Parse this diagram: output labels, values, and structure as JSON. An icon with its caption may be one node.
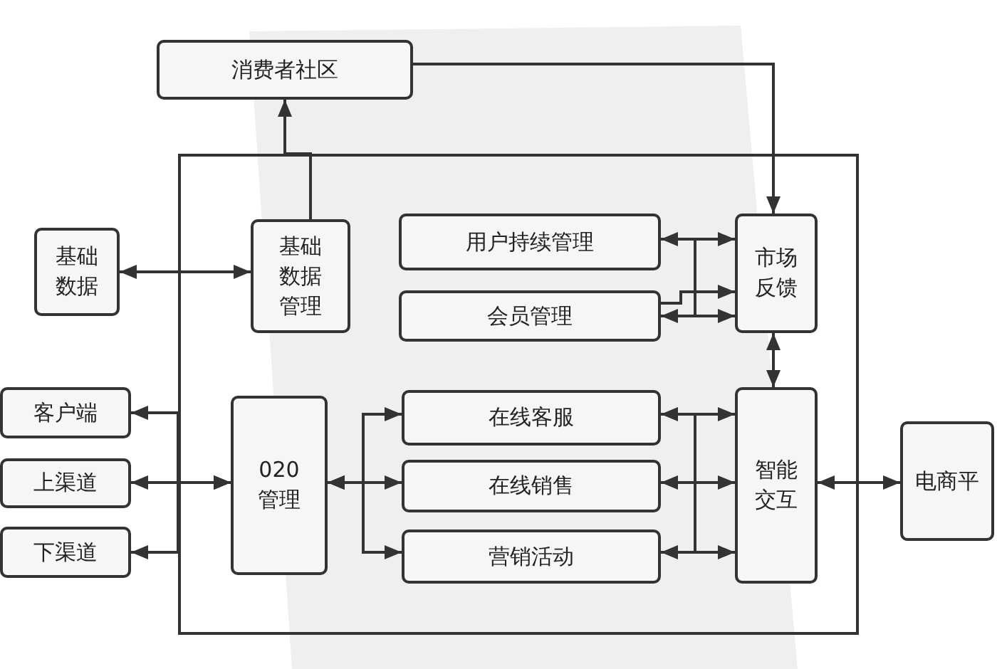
{
  "diagram": {
    "nodes": [
      {
        "text": [
          "消费者社区"
        ]
      },
      {
        "text": [],
        "shape": "box"
      },
      {
        "text": [
          "基础数据"
        ]
      },
      {
        "text": [
          "基础数据管理"
        ],
        "in": 1
      },
      {
        "text": [
          "用户持续管理"
        ],
        "in": 1
      },
      {
        "text": [
          "会员管理"
        ],
        "in": 1
      },
      {
        "text": [
          "市场反馈"
        ],
        "in": 1
      },
      {
        "text": [
          "客户端"
        ]
      },
      {
        "text": [
          "上渠道"
        ]
      },
      {
        "text": [
          "下渠道"
        ]
      },
      {
        "text": [
          "020管理"
        ],
        "in": 1
      },
      {
        "text": [
          "在线客服"
        ],
        "in": 1
      },
      {
        "text": [
          "在线销售"
        ],
        "in": 1
      },
      {
        "text": [
          "营销活动"
        ],
        "in": 1
      },
      {
        "text": [
          "智能交互"
        ],
        "in": 1
      },
      {
        "text": [
          "电商平"
        ]
      }
    ],
    "edges": [
      {
        "from": 3,
        "to": 0,
        "arrow": "to"
      },
      {
        "from": 0,
        "to": 6,
        "arrow": "to"
      },
      {
        "from": 2,
        "to": 3,
        "arrow": "both"
      },
      {
        "from": 4,
        "to": 6,
        "arrow": "both"
      },
      {
        "from": 5,
        "to": 6,
        "arrow": "both"
      },
      {
        "from": 5,
        "to": 6,
        "arrow": "to"
      },
      {
        "from": 6,
        "to": 14,
        "arrow": "both"
      },
      {
        "from": 10,
        "to": 7,
        "arrow": "both"
      },
      {
        "from": 10,
        "to": 8,
        "arrow": "both"
      },
      {
        "from": 10,
        "to": 9,
        "arrow": "both"
      },
      {
        "from": 10,
        "to": 11,
        "arrow": "both"
      },
      {
        "from": 10,
        "to": 12,
        "arrow": "both"
      },
      {
        "from": 10,
        "to": 13,
        "arrow": "both"
      },
      {
        "from": 11,
        "to": 14,
        "arrow": "both"
      },
      {
        "from": 12,
        "to": 14,
        "arrow": "both"
      },
      {
        "from": 13,
        "to": 14,
        "arrow": "both"
      },
      {
        "from": 14,
        "to": 15,
        "arrow": "both"
      }
    ]
  }
}
